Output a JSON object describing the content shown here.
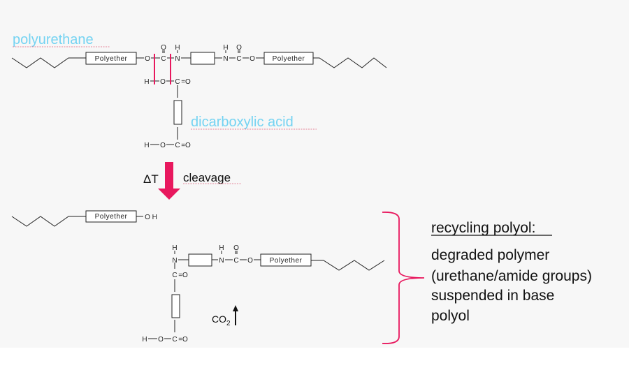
{
  "labels": {
    "polyurethane": "polyurethane",
    "dicarboxylic_acid": "dicarboxylic acid",
    "delta_t": "ΔT",
    "cleavage": "cleavage",
    "polyether": "Polyether",
    "oh": "O H",
    "co2": {
      "main": "CO",
      "sub": "2"
    }
  },
  "recycling_note": {
    "heading": "recycling polyol:",
    "lines": [
      "degraded polymer",
      "(urethane/amide groups)",
      "suspended in base",
      "polyol"
    ]
  },
  "atoms": {
    "top": [
      "O",
      "C",
      "N",
      "N",
      "C",
      "O",
      "O",
      "H",
      "H",
      "O",
      "H",
      "O",
      "C",
      "=O",
      "H",
      "O",
      "C",
      "=O"
    ],
    "bottom": [
      "N",
      "N",
      "C",
      "O",
      "H",
      "H",
      "O",
      "C",
      "=O",
      "H",
      "O",
      "C",
      "=O"
    ]
  },
  "colors": {
    "accent": "#e8185e",
    "label_blue": "#74d3f2",
    "background": "#f7f7f7"
  }
}
